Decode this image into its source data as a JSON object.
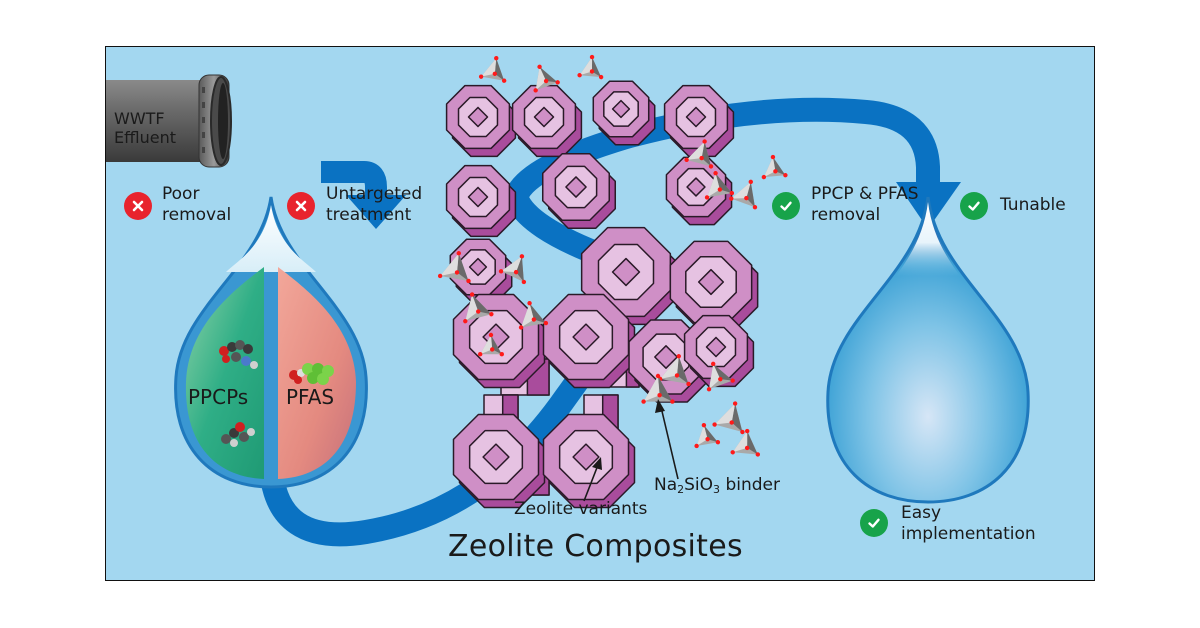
{
  "source": {
    "label_line1": "WWTF",
    "label_line2": "Effluent"
  },
  "drawbacks": [
    {
      "icon": "x-circle-icon",
      "line1": "Poor",
      "line2": "removal"
    },
    {
      "icon": "x-circle-icon",
      "line1": "Untargeted",
      "line2": "treatment"
    }
  ],
  "contaminated_drop": {
    "left_label": "PPCPs",
    "right_label": "PFAS"
  },
  "benefits": [
    {
      "icon": "check-circle-icon",
      "line1": "PPCP & PFAS",
      "line2": "removal"
    },
    {
      "icon": "check-circle-icon",
      "line1": "Tunable",
      "line2": ""
    },
    {
      "icon": "check-circle-icon",
      "line1": "Easy",
      "line2": "implementation"
    }
  ],
  "annotations": {
    "binder_prefix": "Na",
    "binder_sub1": "2",
    "binder_mid": "SiO",
    "binder_sub2": "3",
    "binder_suffix": " binder",
    "zeolite": "Zeolite variants"
  },
  "title": "Zeolite Composites",
  "colors": {
    "background": "#a3d7f0",
    "flow_arrow": "#0a72c2",
    "zeolite_light": "#e6c2e2",
    "zeolite_mid": "#cf8fc6",
    "zeolite_dark": "#a94c9c",
    "bad": "#e8232d",
    "good": "#17a34a",
    "ppcp_green": "#2fae86",
    "pfas_red": "#e58f86"
  }
}
